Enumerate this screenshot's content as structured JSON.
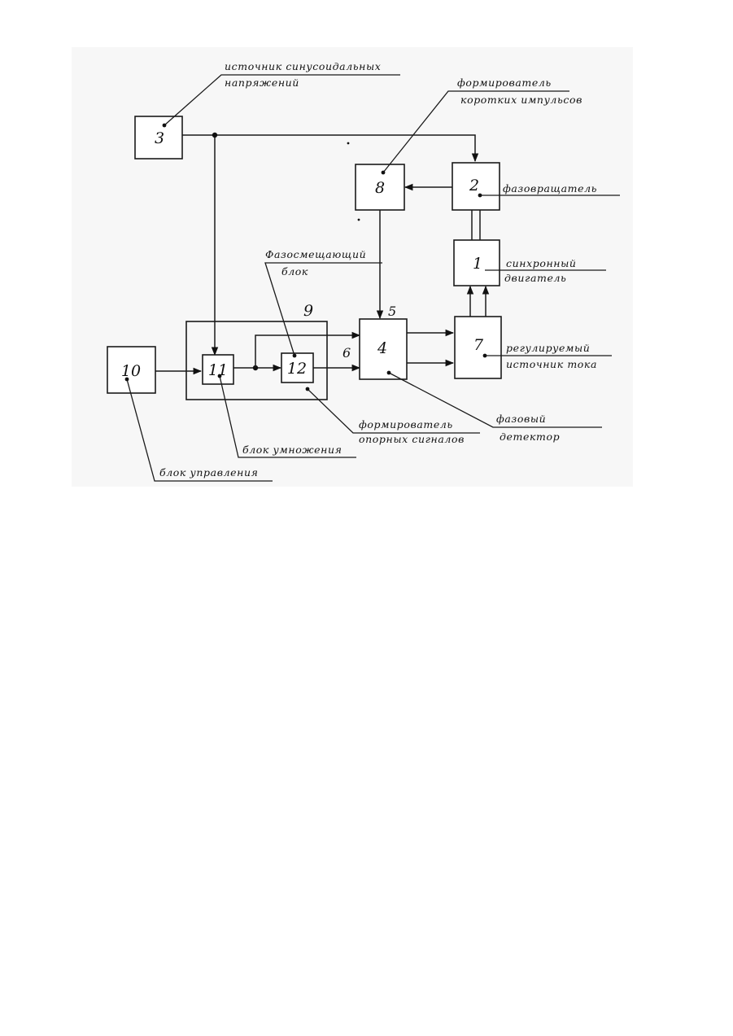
{
  "diagram": {
    "blocks": [
      {
        "id": "b1",
        "number": "1"
      },
      {
        "id": "b2",
        "number": "2"
      },
      {
        "id": "b3",
        "number": "3"
      },
      {
        "id": "b4",
        "number": "4"
      },
      {
        "id": "b7",
        "number": "7"
      },
      {
        "id": "b8",
        "number": "8"
      },
      {
        "id": "b10",
        "number": "10"
      },
      {
        "id": "b11",
        "number": "11"
      },
      {
        "id": "b12",
        "number": "12"
      }
    ],
    "node_labels": {
      "n5": "5",
      "n6": "6",
      "n9": "9"
    },
    "labels": {
      "source_line1": "источник синусоидальных",
      "source_line2": "напряжений",
      "shaper_short_line1": "формирователь",
      "shaper_short_line2": "коротких импульсов",
      "phase_shifter": "фазовращатель",
      "sync_motor_line1": "синхронный",
      "sync_motor_line2": "двигатель",
      "phase_block_line1": "Фазосмещающий",
      "phase_block_line2": "блок",
      "reg_source_line1": "регулируемый",
      "reg_source_line2": "источник тока",
      "phase_detector_line1": "фазовый",
      "phase_detector_line2": "детектор",
      "shaper_ref_line1": "формирователь",
      "shaper_ref_line2": "опорных сигналов",
      "multiplier": "блок умножения",
      "control_block": "блок управления"
    }
  }
}
